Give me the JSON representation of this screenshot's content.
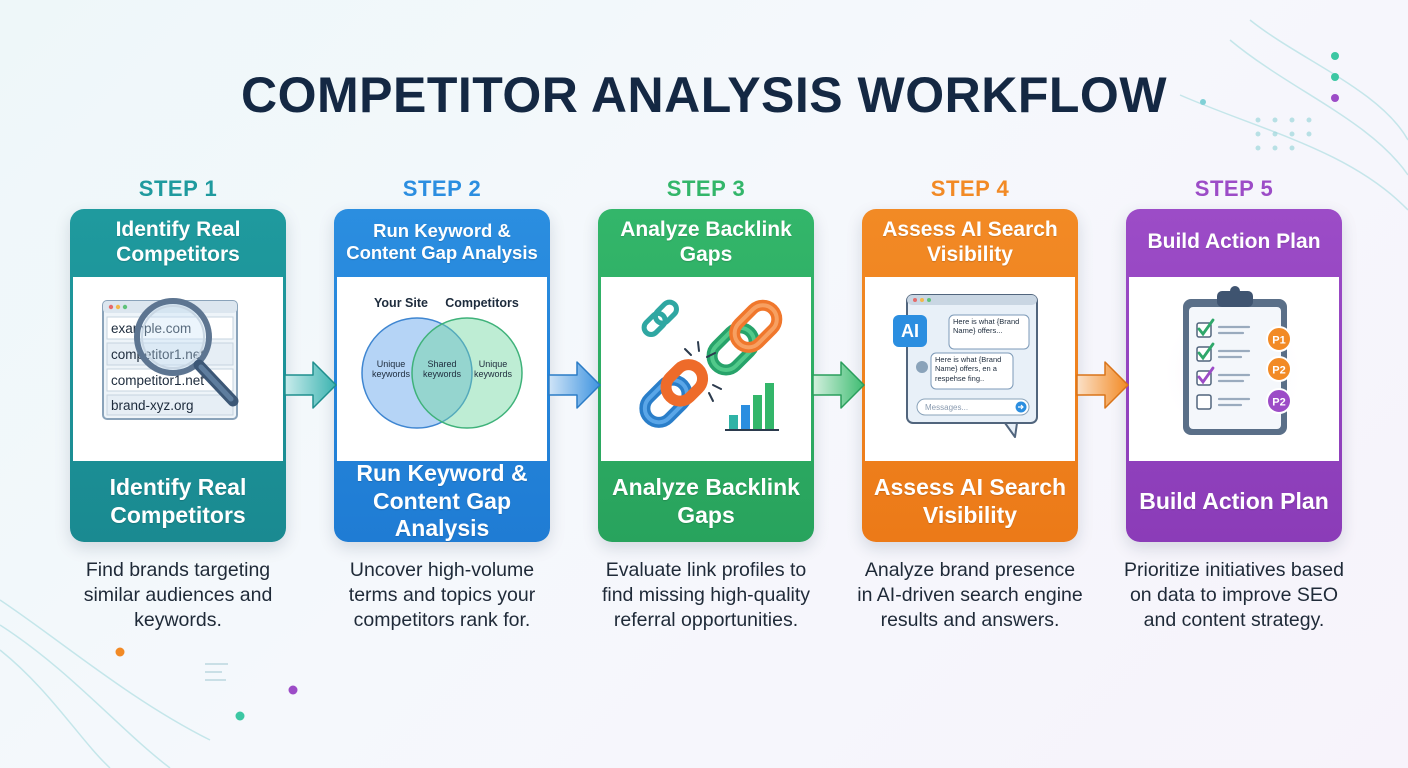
{
  "title": "COMPETITOR ANALYSIS WORKFLOW",
  "colors": {
    "teal": "#1f9a9e",
    "blue": "#2b8ee0",
    "green": "#33b66a",
    "orange": "#f28a25",
    "purple": "#9c4cc7",
    "title": "#142843"
  },
  "steps": [
    {
      "label": "STEP 1",
      "header": "Identify Real Competitors",
      "footer": "Identify Real Competitors",
      "description": "Find brands targeting similar audiences and keywords.",
      "icon": "magnifier-browser-icon",
      "panel": {
        "urls": [
          "example.com",
          "competitor1.net",
          "competitor1.net",
          "brand-xyz.org"
        ]
      }
    },
    {
      "label": "STEP 2",
      "header": "Run Keyword & Content Gap Analysis",
      "footer": "Run Keyword & Content Gap Analysis",
      "description": "Uncover high-volume terms and topics your competitors rank for.",
      "icon": "venn-diagram-icon",
      "panel": {
        "left_title": "Your Site",
        "right_title": "Competitors",
        "left": "Unique keywords",
        "middle": "Shared keywords",
        "right": "Unique keywords"
      }
    },
    {
      "label": "STEP 3",
      "header": "Analyze Backlink Gaps",
      "footer": "Analyze Backlink Gaps",
      "description": "Evaluate link profiles to find missing high-quality referral opportunities.",
      "icon": "broken-chain-link-icon"
    },
    {
      "label": "STEP 4",
      "header": "Assess AI Search Visibility",
      "footer": "Assess AI Search Visibility",
      "description": "Analyze brand presence in AI-driven search engine results and answers.",
      "icon": "ai-chat-window-icon",
      "panel": {
        "badge": "AI",
        "bubble1": "Here is what {Brand Name} offers...",
        "bubble2": "Here is what {Brand Name} offers, en a respehse fing..",
        "placeholder": "Messages..."
      }
    },
    {
      "label": "STEP 5",
      "header": "Build Action Plan",
      "footer": "Build Action Plan",
      "description": "Prioritize initiatives based on data to improve SEO and content strategy.",
      "icon": "clipboard-checklist-icon",
      "panel": {
        "priorities": [
          "P1",
          "P2",
          "P2"
        ]
      }
    }
  ]
}
